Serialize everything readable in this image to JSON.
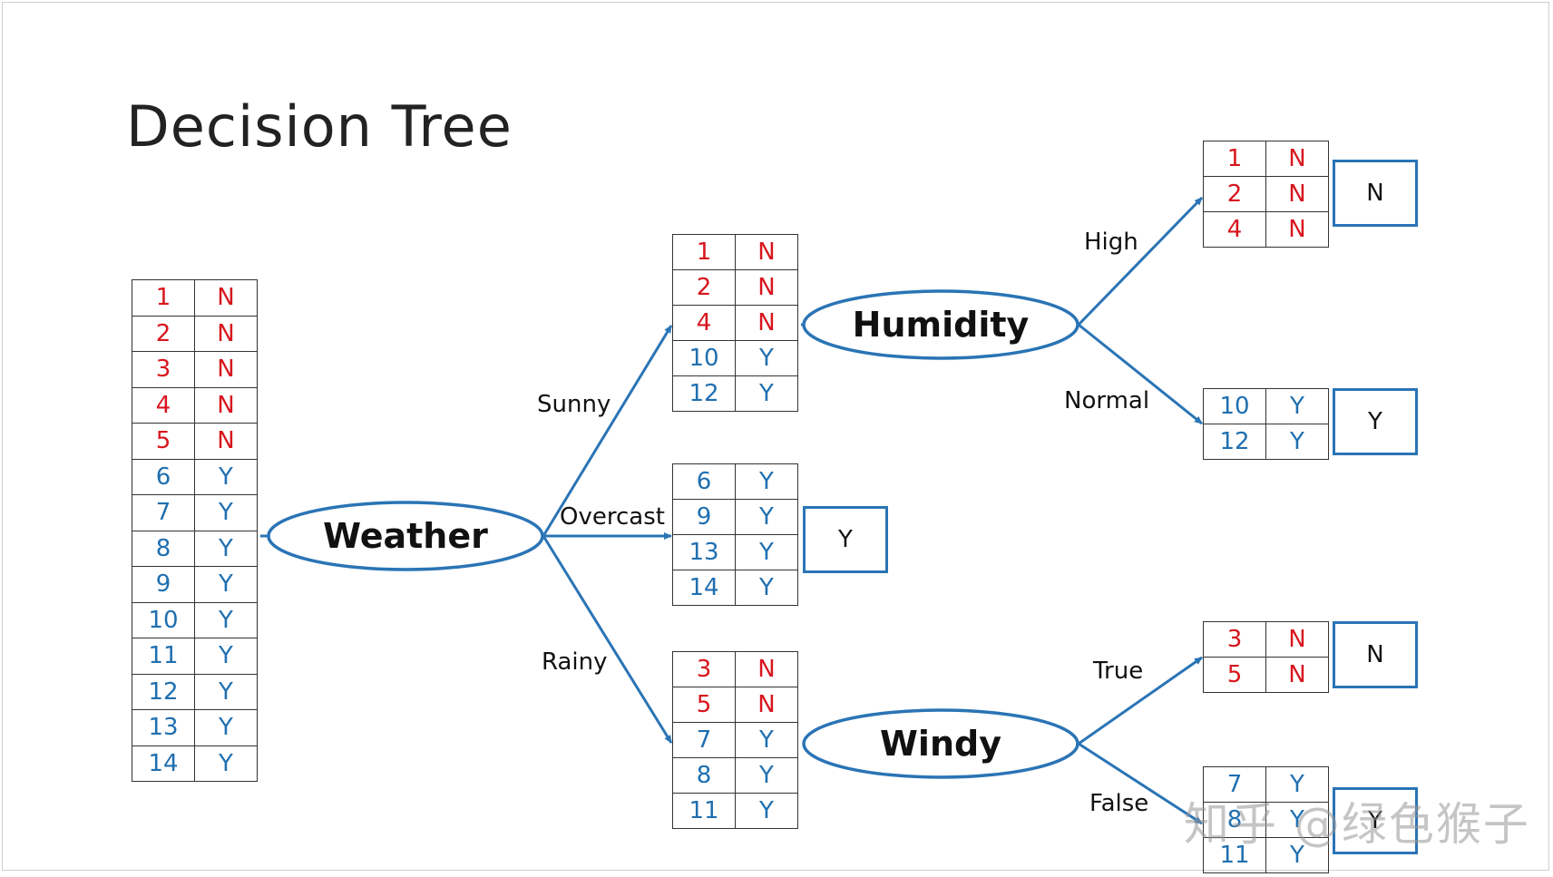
{
  "title": "Decision Tree",
  "colors": {
    "no": "#d8151d",
    "yes": "#1f6fb0",
    "edge": "#2a74b5"
  },
  "root_table": [
    [
      "1",
      "N"
    ],
    [
      "2",
      "N"
    ],
    [
      "3",
      "N"
    ],
    [
      "4",
      "N"
    ],
    [
      "5",
      "N"
    ],
    [
      "6",
      "Y"
    ],
    [
      "7",
      "Y"
    ],
    [
      "8",
      "Y"
    ],
    [
      "9",
      "Y"
    ],
    [
      "10",
      "Y"
    ],
    [
      "11",
      "Y"
    ],
    [
      "12",
      "Y"
    ],
    [
      "13",
      "Y"
    ],
    [
      "14",
      "Y"
    ]
  ],
  "nodes": {
    "weather": "Weather",
    "humidity": "Humidity",
    "windy": "Windy"
  },
  "edge_labels": {
    "sunny": "Sunny",
    "overcast": "Overcast",
    "rainy": "Rainy",
    "high": "High",
    "normal": "Normal",
    "true": "True",
    "false": "False"
  },
  "sunny_table": [
    [
      "1",
      "N"
    ],
    [
      "2",
      "N"
    ],
    [
      "4",
      "N"
    ],
    [
      "10",
      "Y"
    ],
    [
      "12",
      "Y"
    ]
  ],
  "overcast_table": [
    [
      "6",
      "Y"
    ],
    [
      "9",
      "Y"
    ],
    [
      "13",
      "Y"
    ],
    [
      "14",
      "Y"
    ]
  ],
  "rainy_table": [
    [
      "3",
      "N"
    ],
    [
      "5",
      "N"
    ],
    [
      "7",
      "Y"
    ],
    [
      "8",
      "Y"
    ],
    [
      "11",
      "Y"
    ]
  ],
  "high_table": [
    [
      "1",
      "N"
    ],
    [
      "2",
      "N"
    ],
    [
      "4",
      "N"
    ]
  ],
  "normal_table": [
    [
      "10",
      "Y"
    ],
    [
      "12",
      "Y"
    ]
  ],
  "true_table": [
    [
      "3",
      "N"
    ],
    [
      "5",
      "N"
    ]
  ],
  "false_table": [
    [
      "7",
      "Y"
    ],
    [
      "8",
      "Y"
    ],
    [
      "11",
      "Y"
    ]
  ],
  "leaves": {
    "overcast": "Y",
    "high": "N",
    "normal": "Y",
    "true": "N",
    "false": "Y"
  },
  "watermark": "知乎 @绿色猴子"
}
